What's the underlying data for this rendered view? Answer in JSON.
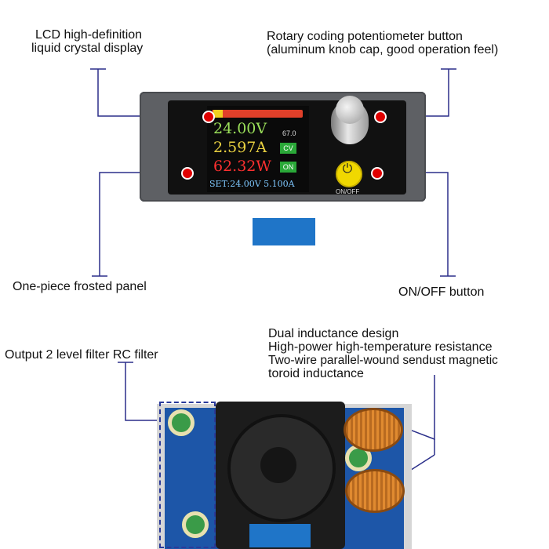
{
  "labels": {
    "lcd_line1": "LCD high-definition",
    "lcd_line2": "liquid crystal display",
    "rotary_line1": "Rotary coding potentiometer button",
    "rotary_line2": "(aluminum knob cap, good operation feel)",
    "panel": "One-piece frosted panel",
    "onoff_button": "ON/OFF button",
    "filter": "Output 2 level filter RC filter",
    "inductance_line1": "Dual inductance design",
    "inductance_line2": "High-power high-temperature resistance",
    "inductance_line3": "Two-wire parallel-wound sendust magnetic",
    "inductance_line4": "toroid inductance"
  },
  "display": {
    "voltage": "24.00V",
    "current": "2.597A",
    "power": "62.32W",
    "temperature": "67.0",
    "mode": "CV",
    "output_state": "ON",
    "set_line": "SET:24.00V 5.100A",
    "power_button_label": "ON/OFF"
  },
  "colors": {
    "annotation_line": "#2b2f8a",
    "marker": "#e00000",
    "voltage": "#9be05a",
    "current": "#e8d040",
    "power": "#ff3030"
  }
}
